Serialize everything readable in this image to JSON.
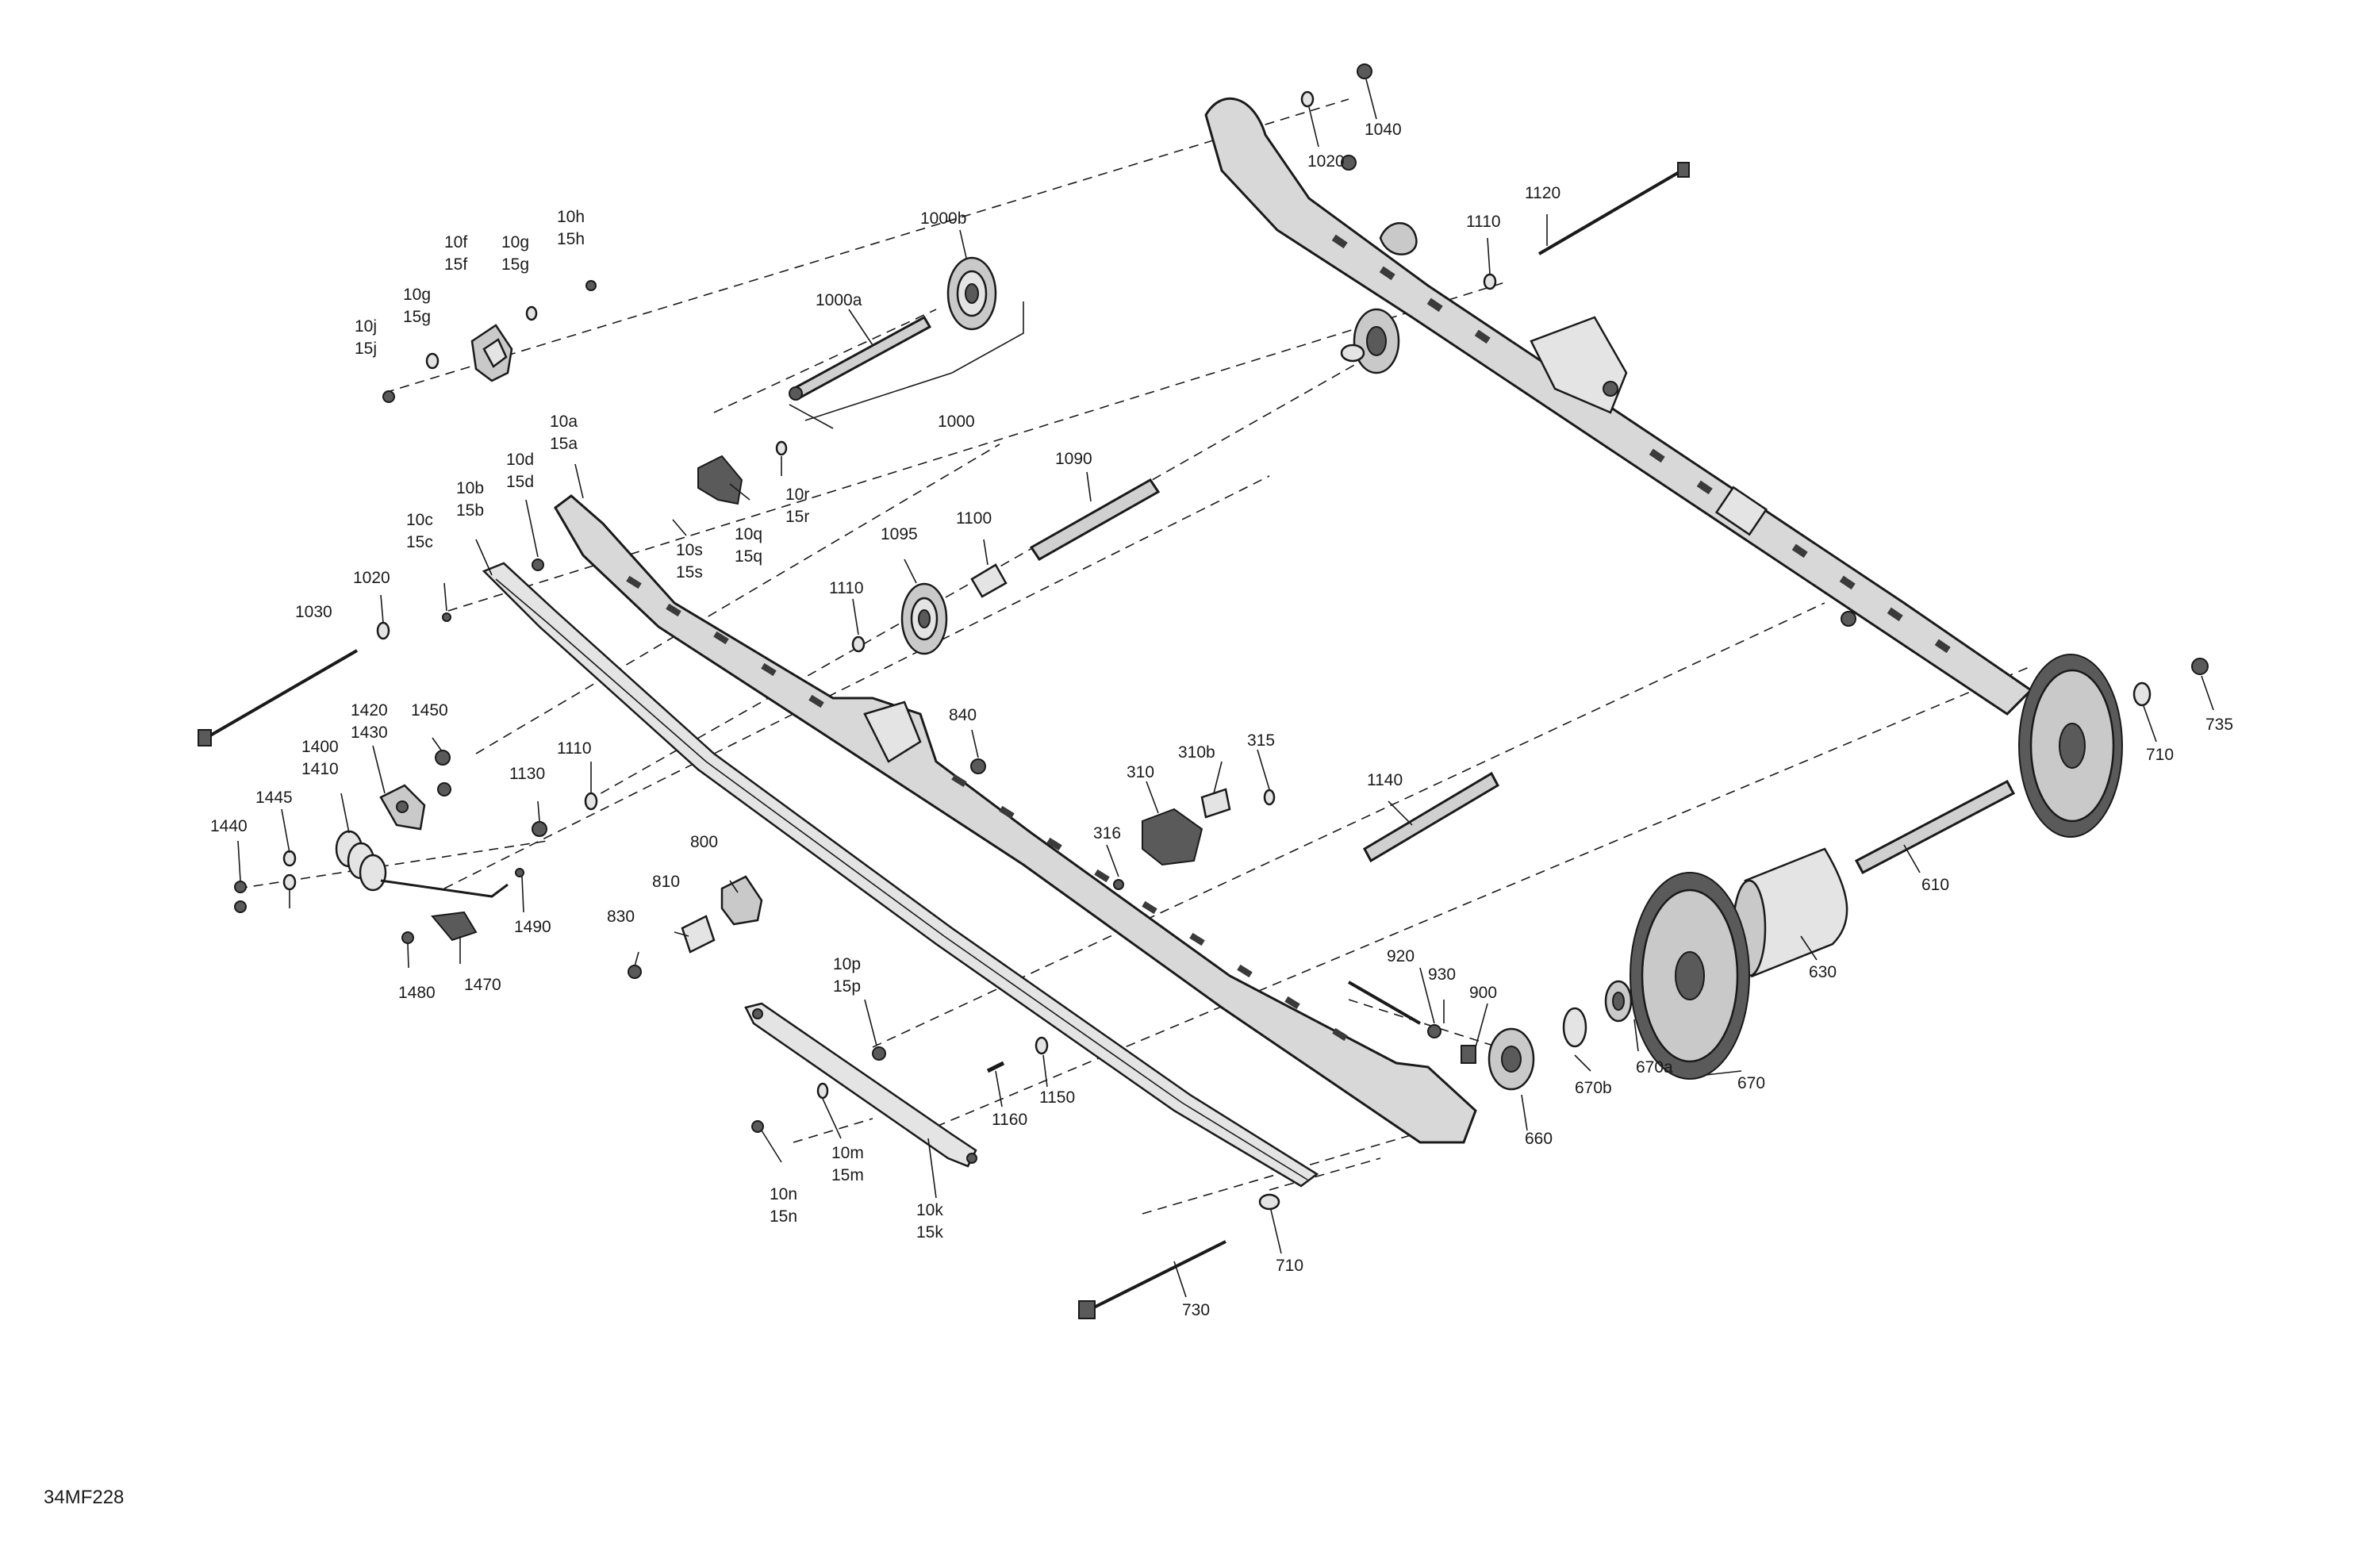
{
  "figure_ref": "34MF228",
  "callouts": {
    "c1040": "1040",
    "c1020a": "1020",
    "c1120": "1120",
    "c1110a": "1110",
    "c1000b": "1000b",
    "c1000a": "1000a",
    "c1000": "1000",
    "c10h": [
      "10h",
      "15h"
    ],
    "c10f": [
      "10f",
      "15f"
    ],
    "c10g1": [
      "10g",
      "15g"
    ],
    "c10g2": [
      "10g",
      "15g"
    ],
    "c10j": [
      "10j",
      "15j"
    ],
    "c10a": [
      "10a",
      "15a"
    ],
    "c10d": [
      "10d",
      "15d"
    ],
    "c10b": [
      "10b",
      "15b"
    ],
    "c10c": [
      "10c",
      "15c"
    ],
    "c10r": [
      "10r",
      "15r"
    ],
    "c10q": [
      "10q",
      "15q"
    ],
    "c10s": [
      "10s",
      "15s"
    ],
    "c1090": "1090",
    "c1100": "1100",
    "c1095": "1095",
    "c1110b": "1110",
    "c1020b": "1020",
    "c1030": "1030",
    "c840": "840",
    "c310b": "310b",
    "c315": "315",
    "c310": "310",
    "c316": "316",
    "c1140": "1140",
    "c735": "735",
    "c710a": "710",
    "c610": "610",
    "c630": "630",
    "c1420": [
      "1420",
      "1430"
    ],
    "c1450": "1450",
    "c1400": [
      "1400",
      "1410"
    ],
    "c1445": "1445",
    "c1440": "1440",
    "c1130": "1130",
    "c1110c": "1110",
    "c800": "800",
    "c810": "810",
    "c830": "830",
    "c1490": "1490",
    "c1470": "1470",
    "c1480": "1480",
    "c10p": [
      "10p",
      "15p"
    ],
    "c920": "920",
    "c930": "930",
    "c900": "900",
    "c670b": "670b",
    "c670a": "670a",
    "c670": "670",
    "c660": "660",
    "c1150": "1150",
    "c1160": "1160",
    "c10m": [
      "10m",
      "15m"
    ],
    "c10n": [
      "10n",
      "15n"
    ],
    "c10k": [
      "10k",
      "15k"
    ],
    "c710b": "710",
    "c730": "730"
  }
}
